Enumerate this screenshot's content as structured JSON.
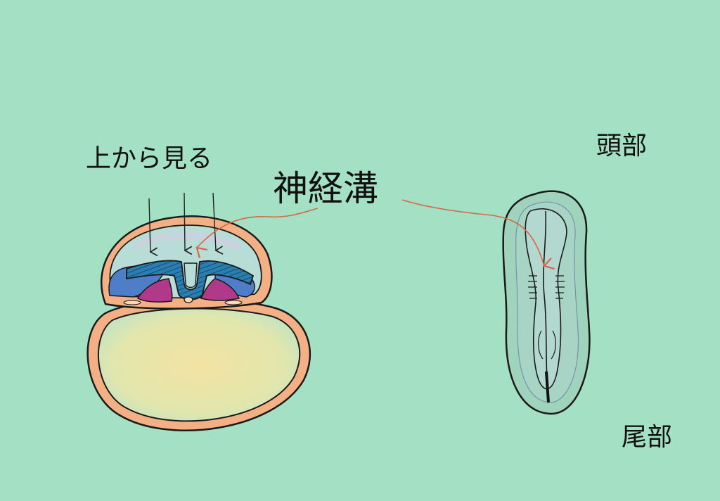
{
  "labels": {
    "view_from_above": "上から見る",
    "neural_groove": "神経溝",
    "head": "頭部",
    "tail": "尾部"
  },
  "colors": {
    "background": "#a4e0c4",
    "outline": "#1a1a1a",
    "ectoderm_orange": "#f2b084",
    "neural_plate_blue": "#2a7fb0",
    "amniotic_blue": "#4f7ec8",
    "mesoderm_magenta": "#b0398a",
    "yolk_sac": "#f0e0a0",
    "pointer_arrow": "#d8664a"
  }
}
